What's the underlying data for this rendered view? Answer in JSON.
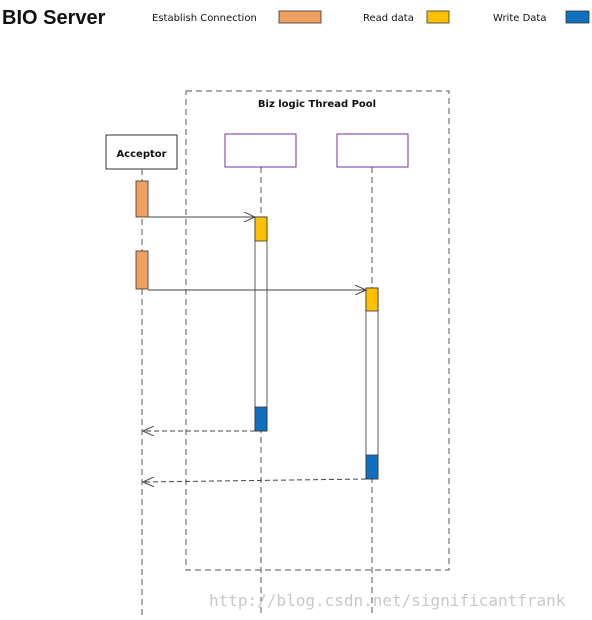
{
  "title": "BIO Server",
  "legend": [
    {
      "label": "Establish Connection",
      "color": "#f0a060"
    },
    {
      "label": "Read data",
      "color": "#ffc000"
    },
    {
      "label": "Write Data",
      "color": "#1070c0"
    }
  ],
  "pool_label": "Biz logic Thread Pool",
  "acceptor_label": "Acceptor",
  "watermark": "http://blog.csdn.net/significantfrank",
  "colors": {
    "establish": "#f0a060",
    "read": "#ffc000",
    "write": "#1070c0",
    "thread_box_border": "#7030a0",
    "line": "#555555"
  }
}
